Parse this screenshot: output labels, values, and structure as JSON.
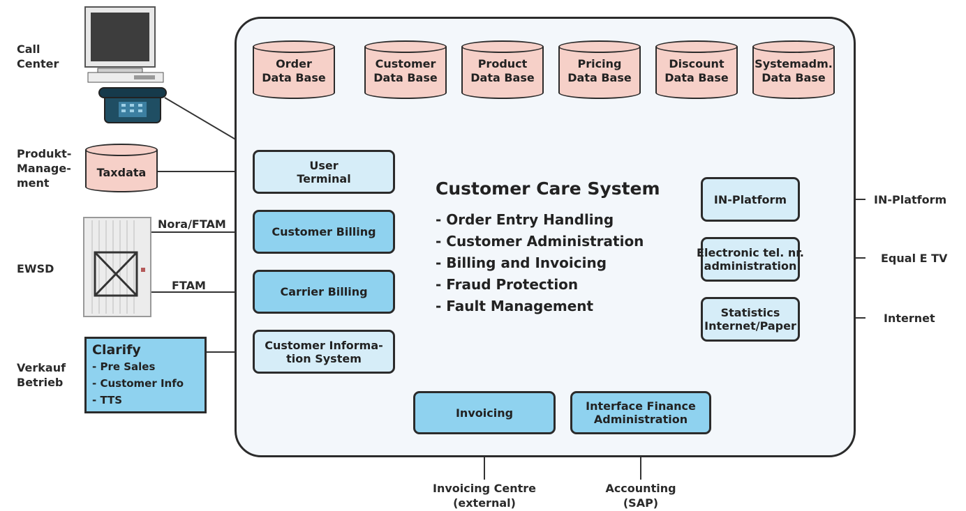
{
  "databases": [
    "Order\nData Base",
    "Customer\nData Base",
    "Product\nData Base",
    "Pricing\nData Base",
    "Discount\nData Base",
    "Systemadm.\nData Base"
  ],
  "left_labels": {
    "call_center": "Call\nCenter",
    "produkt": "Produkt-\nManage-\nment",
    "ewsd": "EWSD",
    "verkauf": "Verkauf\nBetrieb"
  },
  "taxdata": "Taxdata",
  "clarify": {
    "heading": "Clarify",
    "items": [
      "- Pre Sales",
      "- Customer Info",
      "- TTS"
    ]
  },
  "link_labels": {
    "nora": "Nora/FTAM",
    "ftam": "FTAM"
  },
  "modules_left": [
    "User\nTerminal",
    "Customer Billing",
    "Carrier Billing",
    "Customer Informa-\ntion System"
  ],
  "modules_right": [
    "IN-Platform",
    "Electronic tel. nr.\nadministration",
    "Statistics\nInternet/Paper"
  ],
  "modules_bottom": [
    "Invoicing",
    "Interface Finance\nAdministration"
  ],
  "system_title": "Customer Care System",
  "functions": [
    "- Order Entry Handling",
    "- Customer Administration",
    "- Billing and Invoicing",
    "- Fraud Protection",
    "- Fault Management"
  ],
  "right_labels": [
    "IN-Platform",
    "Equal E TV",
    "Internet"
  ],
  "bottom_labels": [
    "Invoicing Centre\n(external)",
    "Accounting\n(SAP)"
  ]
}
